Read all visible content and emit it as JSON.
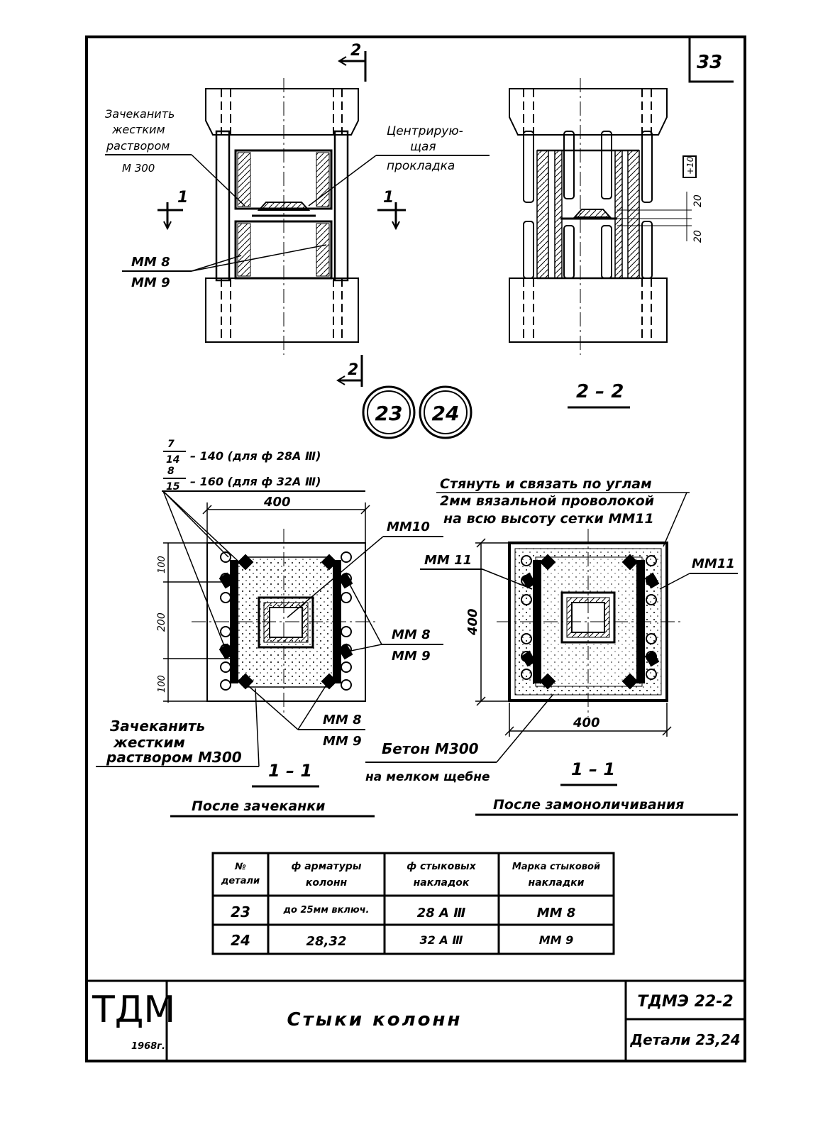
{
  "sheet_number": "33",
  "section_marks": {
    "cut_1": "1",
    "cut_2": "2"
  },
  "top_left_view": {
    "caulk_label_lines": [
      "Зачеканить",
      "жестким",
      "раствором"
    ],
    "caulk_grade": "М 300",
    "centering_label_lines": [
      "Центрирую-",
      "щая",
      "прокладка"
    ],
    "mesh_labels": [
      "ММ 8",
      "ММ 9"
    ]
  },
  "top_right_view": {
    "caption": "2 – 2",
    "dim_top": "20",
    "dim_bottom": "20",
    "dim_box": "+10"
  },
  "detail_numbers": [
    "23",
    "24"
  ],
  "bottom_left_view": {
    "pitch_note_1": {
      "num": "7",
      "den": "14",
      "text": "– 140 (для ф 28А Ⅲ)"
    },
    "pitch_note_2": {
      "num": "8",
      "den": "15",
      "text": "– 160 (для ф 32А Ⅲ)"
    },
    "dim_width": "400",
    "dim_rows": [
      "100",
      "200",
      "100"
    ],
    "mesh_center": "ММ10",
    "mesh_side": [
      "ММ 8",
      "ММ 9"
    ],
    "mesh_bottom": [
      "ММ 8",
      "ММ 9"
    ],
    "caulk_note_lines": [
      "Зачеканить",
      "жестким",
      "раствором М300"
    ],
    "caption": "1 – 1",
    "subcaption": "После зачеканки"
  },
  "bottom_right_view": {
    "note_lines": [
      "Стянуть и связать по углам",
      "2мм вязальной проволокой",
      "на всю высоту сетки ММ11"
    ],
    "mesh_left": "ММ 11",
    "mesh_right": "ММ11",
    "dim_height": "400",
    "dim_width": "400",
    "concrete_lines": [
      "Бетон М300",
      "на мелком щебне"
    ],
    "caption": "1 – 1",
    "subcaption": "После замоноличивания"
  },
  "table": {
    "headers": [
      [
        "№",
        "детали"
      ],
      [
        "ф арматуры",
        "колонн"
      ],
      [
        "ф стыковых",
        "накладок"
      ],
      [
        "Марка стыковой",
        "накладки"
      ]
    ],
    "rows": [
      [
        "23",
        "до 25мм включ.",
        "28 А Ⅲ",
        "ММ 8"
      ],
      [
        "24",
        "28,32",
        "32 А Ⅲ",
        "ММ 9"
      ]
    ]
  },
  "title_block": {
    "org": "ТДМ",
    "year": "1968г.",
    "title": "Стыки колонн",
    "doc_code": "ТДМЭ 22-2",
    "detail_ref": "Детали 23,24"
  }
}
